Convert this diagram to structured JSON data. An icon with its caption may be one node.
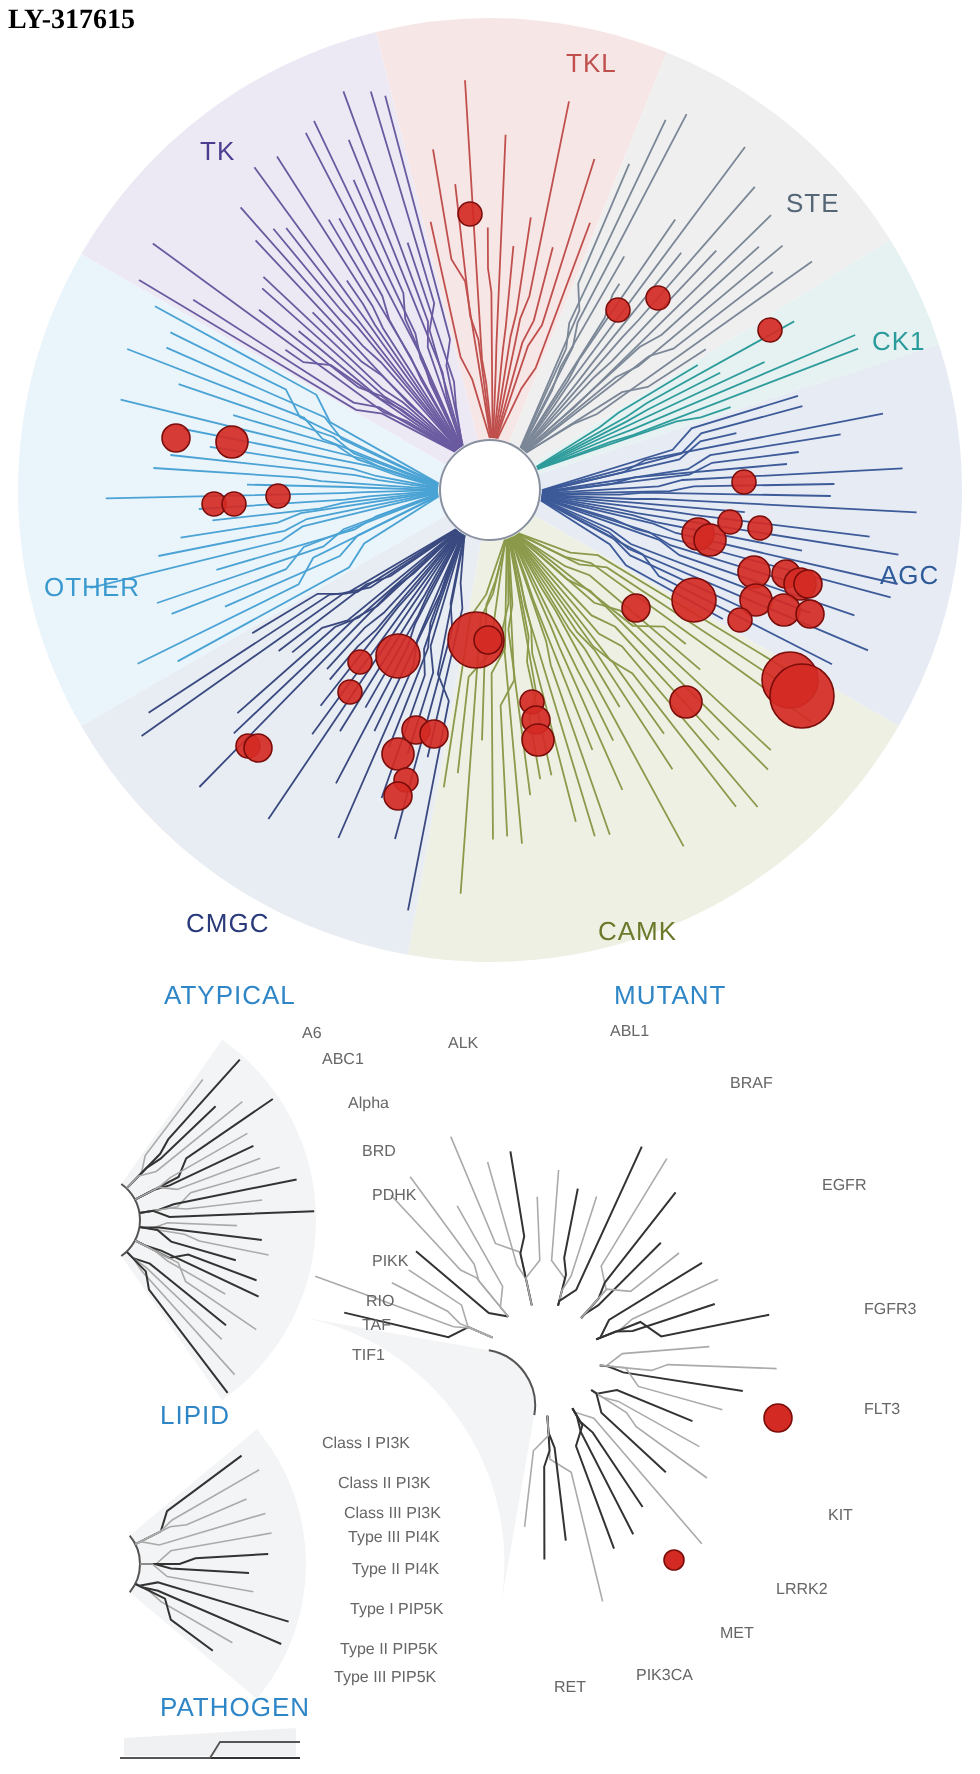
{
  "diagram": {
    "title": "LY-317615",
    "labels": [
      "TK",
      "TKL",
      "STE",
      "CK1",
      "AGC",
      "OTHER",
      "CMGC",
      "CAMK",
      "ATYPICAL",
      "MUTANT",
      "A6",
      "ABC1",
      "ALK",
      "ABL1",
      "BRAF",
      "Alpha",
      "BRD",
      "EGFR",
      "PDHK",
      "PIKK",
      "FGFR3",
      "RIO",
      "TAF",
      "TIF1",
      "FLT3",
      "LIPID",
      "Class I PI3K",
      "Class II PI3K",
      "Class III PI3K",
      "KIT",
      "Type III PI4K",
      "LRRK2",
      "Type II PI4K",
      "Type I PIP5K",
      "MET",
      "Type II PIP5K",
      "PIK3CA",
      "Type III PIP5K",
      "RET",
      "PATHOGEN"
    ]
  }
}
